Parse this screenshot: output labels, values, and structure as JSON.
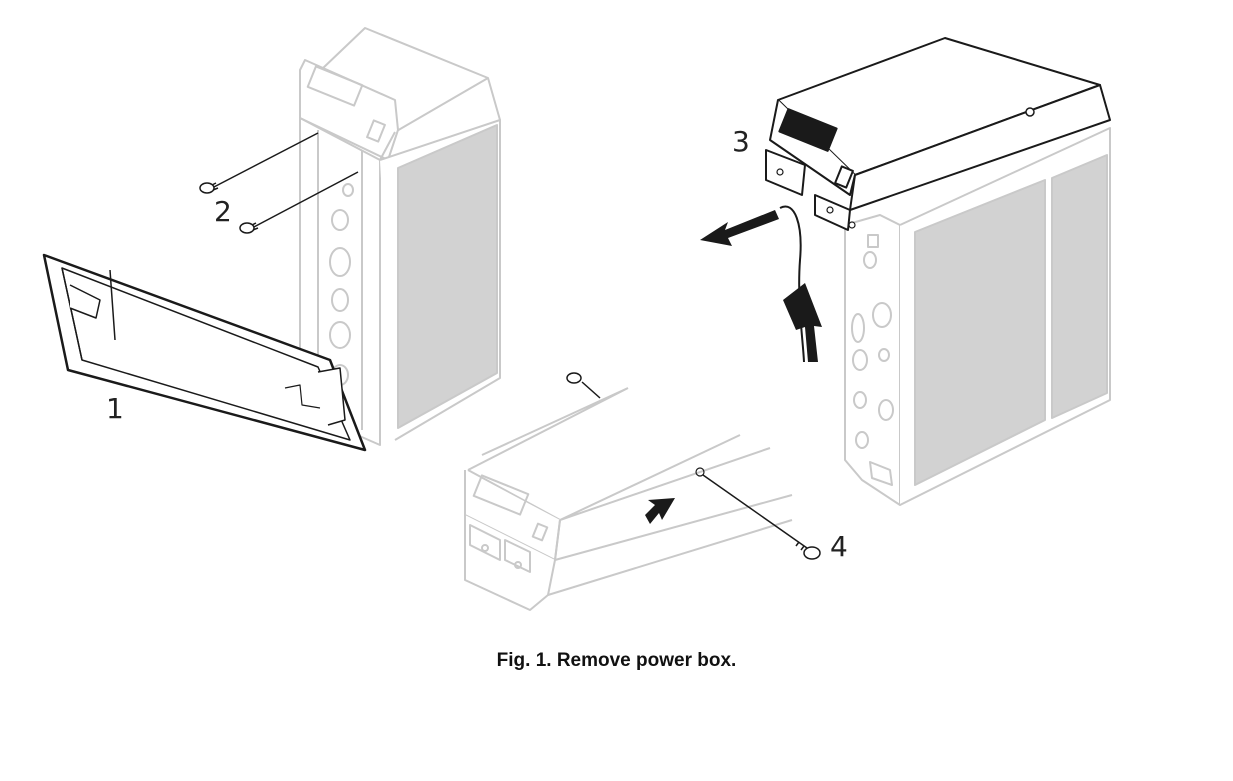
{
  "figure": {
    "caption": "Fig. 1. Remove power box.",
    "callouts": {
      "c1": "1",
      "c2": "2",
      "c3": "3",
      "c4": "4"
    }
  },
  "colors": {
    "ghost_line": "#c9c9c9",
    "dark_line": "#1a1a1a",
    "filter_fill": "#d2d2d2",
    "arrow_fill": "#1a1a1a"
  }
}
